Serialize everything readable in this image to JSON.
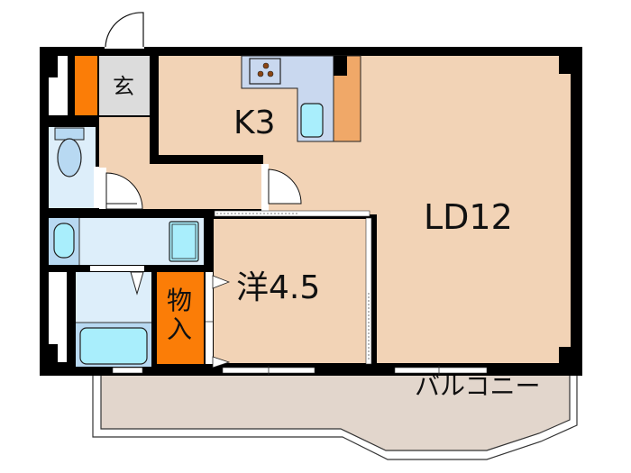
{
  "floorplan": {
    "colors": {
      "wall": "#000000",
      "room_floor": "#f2d3b6",
      "entrance_floor": "#dcdcdc",
      "wet_area": "#ddeefa",
      "wet_fixture": "#b8d9f2",
      "kitchen_counter": "#c9d8ef",
      "closet_orange": "#fb7d07",
      "fridge_space": "#f0a868",
      "balcony": "#e2d6cc",
      "fixture_cyan": "#a9eefc"
    },
    "rooms": {
      "entrance": {
        "label": "玄"
      },
      "kitchen": {
        "label": "K3"
      },
      "living_dining": {
        "label": "LD12"
      },
      "western_room": {
        "label": "洋4.5"
      },
      "storage": {
        "label_line1": "物",
        "label_line2": "入"
      },
      "balcony": {
        "label": "バルコニー"
      }
    }
  }
}
